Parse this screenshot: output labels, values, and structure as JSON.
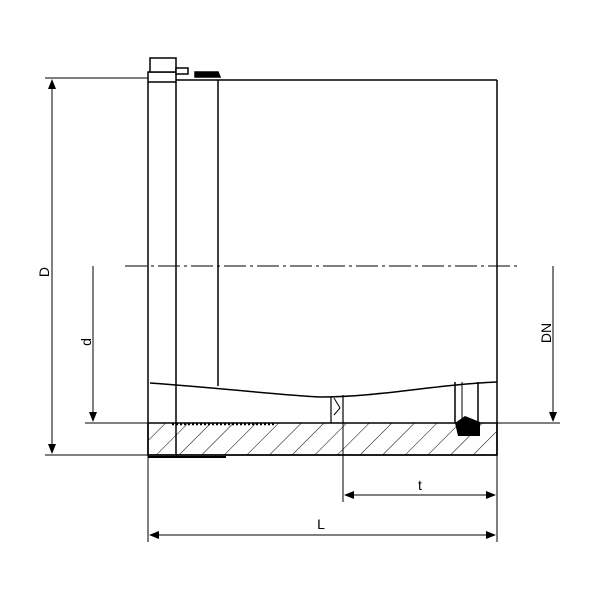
{
  "drawing": {
    "dimensions": {
      "outer_diameter": "D",
      "inner_diameter": "d",
      "nominal_diameter": "DN",
      "insertion_depth": "t",
      "length": "L"
    }
  }
}
